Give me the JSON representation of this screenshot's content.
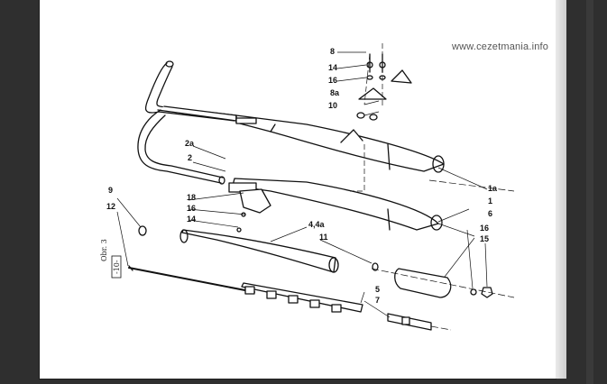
{
  "watermark": "www.cezetmania.info",
  "callouts": {
    "c8": "8",
    "c14a": "14",
    "c16a": "16",
    "c8a": "8a",
    "c10": "10",
    "c2a": "2a",
    "c2": "2",
    "c1a": "1a",
    "c1": "1",
    "c9": "9",
    "c12": "12",
    "c18": "18",
    "c16b": "16",
    "c14b": "14",
    "c44a": "4,4a",
    "c11": "11",
    "c6": "6",
    "c16c": "16",
    "c15": "15",
    "c5": "5",
    "c7": "7"
  },
  "margin_note": {
    "line1": "Obr. 3",
    "line2": "-10-"
  },
  "colors": {
    "ink": "#111111",
    "paper": "#ffffff",
    "viewer_background": "#2f2f2f"
  }
}
